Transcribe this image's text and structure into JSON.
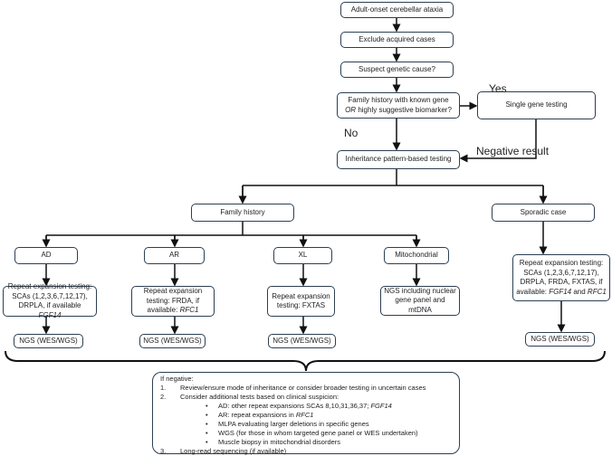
{
  "nodes": {
    "start": "Adult-onset cerebellar ataxia",
    "exclude": "Exclude acquired cases",
    "suspect": "Suspect genetic cause?",
    "family_q1": "Family history with known gene",
    "family_q_or": "OR",
    "family_q2": "highly suggestive biomarker?",
    "single": "Single gene testing",
    "inheritance": "Inheritance pattern-based testing",
    "family_history": "Family history",
    "sporadic": "Sporadic case",
    "ad": "AD",
    "ar": "AR",
    "xl": "XL",
    "mito": "Mitochondrial",
    "ad_test": "Repeat expansion testing: SCAs (1,2,3,6,7,12,17), DRPLA, if available ",
    "ad_test_gene": "FGF14",
    "ar_test": "Repeat expansion testing: FRDA, if available: ",
    "ar_test_gene": "RFC1",
    "xl_test": "Repeat expansion testing: FXTAS",
    "mito_test": "NGS including nuclear gene panel and mtDNA",
    "sporadic_test": "Repeat expansion testing: SCAs (1,2,3,6,7,12,17), DRPLA, FRDA, FXTAS, if available: ",
    "sporadic_gene1": "FGF14",
    "sporadic_and": " and ",
    "sporadic_gene2": "RFC1",
    "ngs": "NGS (WES/WGS)"
  },
  "labels": {
    "yes": "Yes",
    "no": "No",
    "negative": "Negative result"
  },
  "negative_box": {
    "title": "If negative:",
    "items": [
      {
        "num": "1.",
        "text": "Review/ensure mode of inheritance or consider broader testing in uncertain cases"
      },
      {
        "num": "2.",
        "text": "Consider additional tests based on clinical suspicion:"
      },
      {
        "num": "3.",
        "text": "Long-read sequencing (if available)"
      }
    ],
    "bullets": [
      {
        "text": "AD: other repeat expansions SCAs 8,10,31,36,37; ",
        "gene": "FGF14"
      },
      {
        "text": "AR: repeat expansions in ",
        "gene": "RFC1"
      },
      {
        "text": "MLPA evaluating larger deletions in specific genes"
      },
      {
        "text": "WGS (for those in whom targeted gene panel or WES undertaken)"
      },
      {
        "text": "Muscle biopsy in mitochondrial disorders"
      }
    ]
  }
}
